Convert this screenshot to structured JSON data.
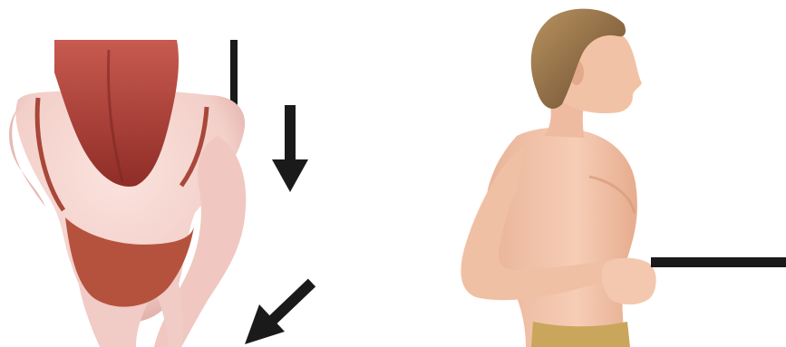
{
  "image": {
    "panels": [
      {
        "id": "left",
        "subject": "female-figure-rear-top-view",
        "colors": {
          "skin": "#f3cfc9",
          "skin_shadow": "#dca7a0",
          "hair": "#b8453d",
          "hair_dark": "#8f2d27",
          "garment": "#b5523e",
          "line": "#1a1a1a"
        },
        "arrows": [
          {
            "name": "down-arrow",
            "direction": "down"
          },
          {
            "name": "diagonal-arrow",
            "direction": "down-left"
          }
        ]
      },
      {
        "id": "right",
        "subject": "male-figure-side-view",
        "colors": {
          "skin": "#f3c4aa",
          "skin_shadow": "#d9a083",
          "hair": "#7a5a3a",
          "hair_light": "#a98558",
          "shorts": "#c9a65c",
          "line": "#1a1a1a"
        }
      }
    ]
  }
}
